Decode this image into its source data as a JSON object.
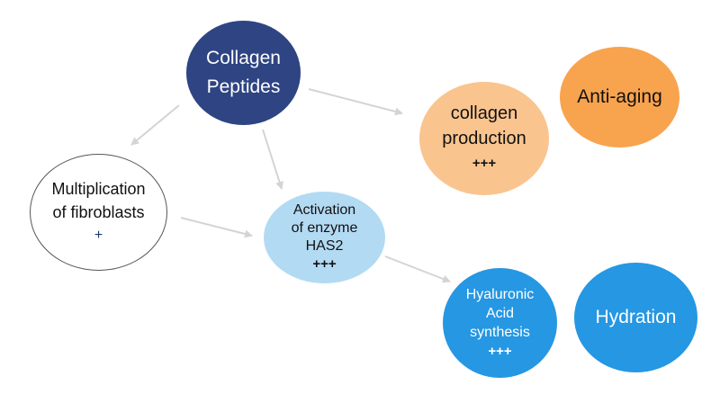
{
  "colors": {
    "arrow": "#d4d4d4",
    "collagen_peptides_fill": "#2e4483",
    "anti_aging_fill": "#f8a34e",
    "collagen_production_fill": "#fac48f",
    "fibroblasts_fill": "#ffffff",
    "fibroblasts_border": "#555555",
    "enzyme_fill": "#b3daf3",
    "hyaluronic_fill": "#2597e3",
    "hydration_fill": "#2597e3",
    "dark_text": "#111111",
    "light_text": "#ffffff",
    "plus_dark_blue": "#203a68"
  },
  "nodes": {
    "collagen_peptides": {
      "lines": [
        "Collagen",
        "Peptides"
      ]
    },
    "anti_aging": {
      "lines": [
        "Anti-aging"
      ]
    },
    "collagen_production": {
      "lines": [
        "collagen",
        "production"
      ],
      "mark": "+++"
    },
    "fibroblasts": {
      "lines": [
        "Multiplication",
        "of fibroblasts"
      ],
      "mark": "+"
    },
    "enzyme": {
      "lines": [
        "Activation",
        "of enzyme",
        "HAS2"
      ],
      "mark": "+++"
    },
    "hyaluronic": {
      "lines": [
        "Hyaluronic",
        "Acid",
        "synthesis"
      ],
      "mark": "+++"
    },
    "hydration": {
      "lines": [
        "Hydration"
      ]
    }
  },
  "edges": [
    {
      "from": "collagen_peptides",
      "to": "collagen_production"
    },
    {
      "from": "collagen_peptides",
      "to": "fibroblasts"
    },
    {
      "from": "collagen_peptides",
      "to": "enzyme"
    },
    {
      "from": "fibroblasts",
      "to": "enzyme"
    },
    {
      "from": "enzyme",
      "to": "hyaluronic"
    }
  ]
}
